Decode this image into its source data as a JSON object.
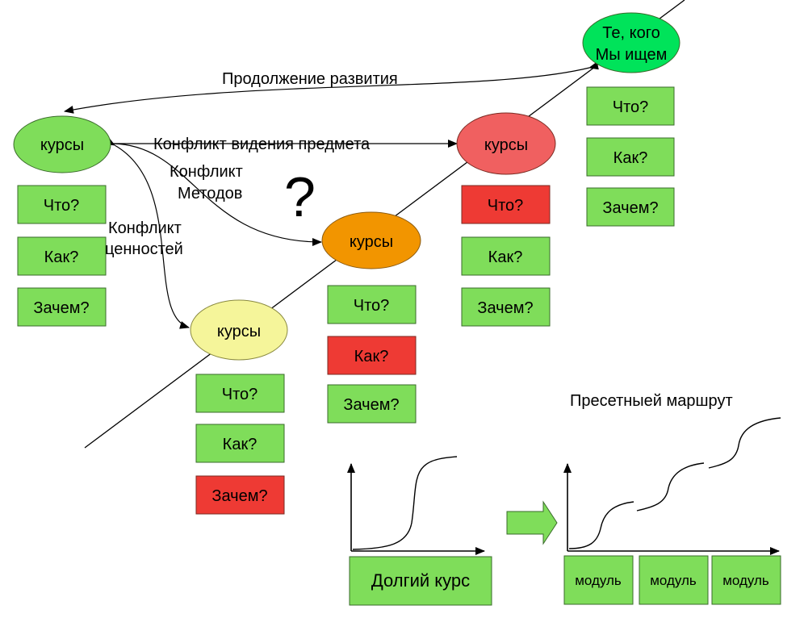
{
  "nodes": {
    "target": {
      "line1": "Те, кого",
      "line2": "Мы ищем",
      "color": "#00e35a"
    },
    "left_course": {
      "label": "курсы",
      "color": "#7fdd5a"
    },
    "red_course": {
      "label": "курсы",
      "color": "#f06060"
    },
    "orange_course": {
      "label": "курсы",
      "color": "#f29500"
    },
    "yellow_course": {
      "label": "курсы",
      "color": "#f5f59a"
    }
  },
  "questions": {
    "what": "Что?",
    "how": "Как?",
    "why": "Зачем?"
  },
  "question_colors": {
    "ok": "#7fdd5a",
    "conflict": "#ee3a34"
  },
  "edges": {
    "continuation": "Продолжение развития",
    "vision_conflict": "Конфликт видения предмета",
    "methods_conflict_line1": "Конфликт",
    "methods_conflict_line2": "Методов",
    "values_conflict_line1": "Конфликт",
    "values_conflict_line2": "ценностей"
  },
  "question_mark": "?",
  "preset_route": {
    "title": "Пресетныей маршрут",
    "module_label": "модуль"
  },
  "long_course": {
    "label": "Долгий курс"
  }
}
